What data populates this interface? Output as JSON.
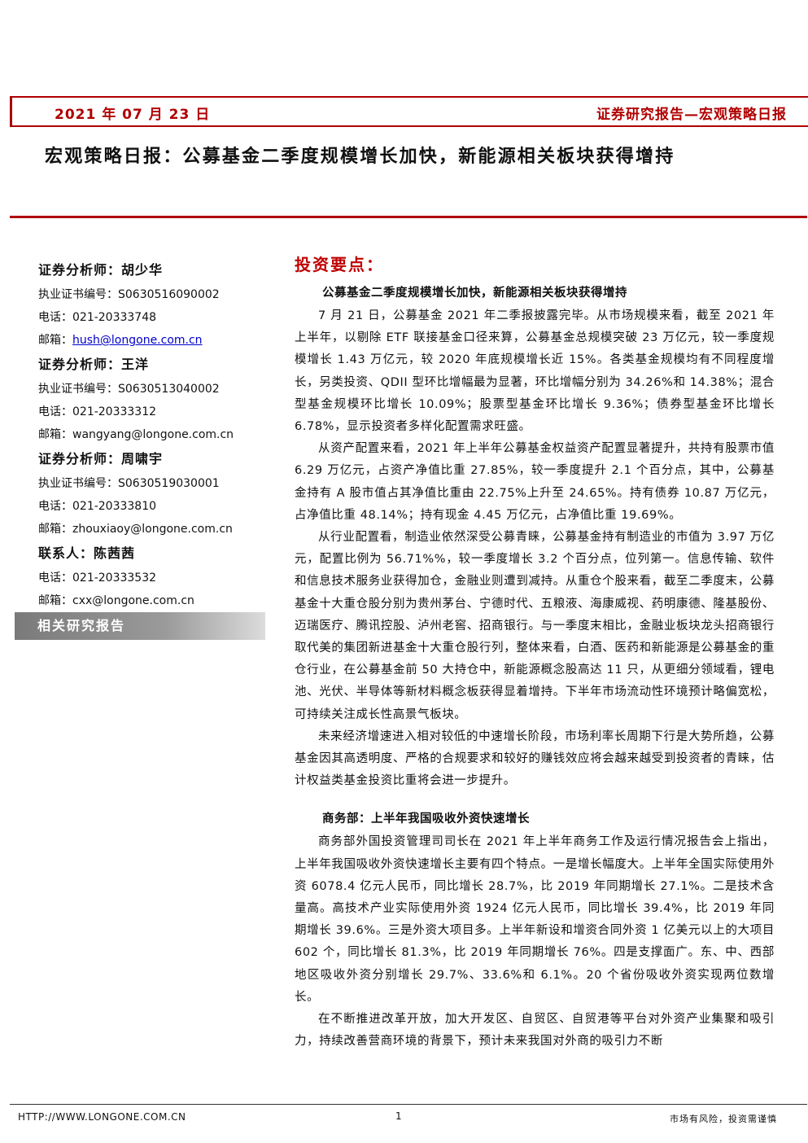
{
  "header": {
    "date": "2021 年 07 月 23 日",
    "report_type": "证券研究报告—宏观策略日报"
  },
  "title": "宏观策略日报：公募基金二季度规模增长加快，新能源相关板块获得增持",
  "sidebar": {
    "analysts": [
      {
        "name_line": "证券分析师：胡少华",
        "cert": "执业证书编号：S0630516090002",
        "phone": "电话：021-20333748",
        "email_label": "邮箱：",
        "email": "hush@longone.com.cn"
      },
      {
        "name_line": "证券分析师：王洋",
        "cert": "执业证书编号：S0630513040002",
        "phone": "电话：021-20333312",
        "email_label": "邮箱：",
        "email": "wangyang@longone.com.cn"
      },
      {
        "name_line": "证券分析师：周啸宇",
        "cert": "执业证书编号：S0630519030001",
        "phone": "电话：021-20333810",
        "email_label": "邮箱：",
        "email": "zhouxiaoy@longone.com.cn"
      }
    ],
    "contact": {
      "name_line": "联系人：陈茜茜",
      "phone": "电话：021-20333532",
      "email_label": "邮箱：",
      "email": "cxx@longone.com.cn"
    },
    "related_label": "相关研究报告"
  },
  "content": {
    "section_heading": "投资要点：",
    "sub1": "公募基金二季度规模增长加快，新能源相关板块获得增持",
    "p1": "7 月 21 日，公募基金 2021 年二季报披露完毕。从市场规模来看，截至 2021 年上半年，以剔除 ETF 联接基金口径来算，公募基金总规模突破 23 万亿元，较一季度规模增长 1.43 万亿元，较 2020 年底规模增长近 15%。各类基金规模均有不同程度增长，另类投资、QDII 型环比增幅最为显著，环比增幅分别为 34.26%和 14.38%；混合型基金规模环比增长 10.09%；股票型基金环比增长 9.36%；债券型基金环比增长 6.78%，显示投资者多样化配置需求旺盛。",
    "p2": "从资产配置来看，2021 年上半年公募基金权益资产配置显著提升，共持有股票市值 6.29 万亿元，占资产净值比重 27.85%，较一季度提升 2.1 个百分点，其中，公募基金持有 A 股市值占其净值比重由 22.75%上升至 24.65%。持有债券 10.87 万亿元，占净值比重 48.14%；持有现金 4.45 万亿元，占净值比重 19.69%。",
    "p3": "从行业配置看，制造业依然深受公募青睐，公募基金持有制造业的市值为 3.97 万亿元，配置比例为 56.71%%，较一季度增长 3.2 个百分点，位列第一。信息传输、软件和信息技术服务业获得加仓，金融业则遭到减持。从重仓个股来看，截至二季度末，公募基金十大重仓股分别为贵州茅台、宁德时代、五粮液、海康威视、药明康德、隆基股份、迈瑞医疗、腾讯控股、泸州老窖、招商银行。与一季度末相比，金融业板块龙头招商银行取代美的集团新进基金十大重仓股行列，整体来看，白酒、医药和新能源是公募基金的重仓行业，在公募基金前 50 大持仓中，新能源概念股高达 11 只，从更细分领域看，锂电池、光伏、半导体等新材料概念板获得显着增持。下半年市场流动性环境预计略偏宽松，可持续关注成长性高景气板块。",
    "p4": "未来经济增速进入相对较低的中速增长阶段，市场利率长周期下行是大势所趋，公募基金因其高透明度、严格的合规要求和较好的赚钱效应将会越来越受到投资者的青睐，估计权益类基金投资比重将会进一步提升。",
    "sub2": "商务部：上半年我国吸收外资快速增长",
    "p5": "商务部外国投资管理司司长在 2021 年上半年商务工作及运行情况报告会上指出，上半年我国吸收外资快速增长主要有四个特点。一是增长幅度大。上半年全国实际使用外资 6078.4 亿元人民币，同比增长 28.7%，比 2019 年同期增长 27.1%。二是技术含量高。高技术产业实际使用外资 1924 亿元人民币，同比增长 39.4%，比 2019 年同期增长 39.6%。三是外资大项目多。上半年新设和增资合同外资 1 亿美元以上的大项目 602 个，同比增长 81.3%，比 2019 年同期增长 76%。四是支撑面广。东、中、西部地区吸收外资分别增长 29.7%、33.6%和 6.1%。20 个省份吸收外资实现两位数增长。",
    "p6": "在不断推进改革开放，加大开发区、自贸区、自贸港等平台对外资产业集聚和吸引力，持续改善营商环境的背景下，预计未来我国对外商的吸引力不断"
  },
  "footer": {
    "url": "HTTP://WWW.LONGONE.COM.CN",
    "page": "1",
    "disclaimer": "市场有风险，投资需谨慎"
  }
}
